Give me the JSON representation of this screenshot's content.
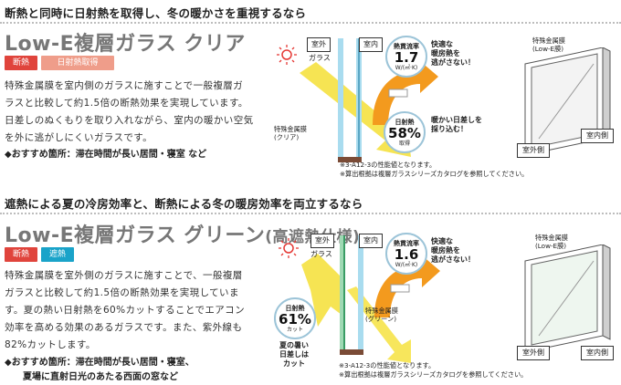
{
  "section1": {
    "heading": "断熱と同時に日射熱を取得し、冬の暖かさを重視するなら",
    "title_main": "Low-E複層ガラス クリア",
    "title_sub": "",
    "tags": [
      "断熱",
      "日射熱取得"
    ],
    "description_lines": [
      "特殊金属膜を室内側のガラスに施すことで一般複層ガ",
      "ラスと比較して約1.5倍の断熱効果を実現しています。",
      "日差しのぬくもりを取り入れながら、室内の暖かい空気",
      "を外に逃がしにくいガラスです。"
    ],
    "recommend_lines": [
      "◆おすすめ箇所：滞在時間が長い居間・寝室 など"
    ],
    "diagram": {
      "outside": "室外",
      "inside": "室内",
      "glass": "ガラス",
      "film_label": [
        "特殊金属膜",
        "(クリア)"
      ],
      "transmittance_label": "熱貫流率",
      "transmittance_value": "1.7",
      "transmittance_unit": "W/(㎡·K)",
      "transmittance_note": "※",
      "warm_note": [
        "快適な",
        "暖房熱を",
        "逃がさない！"
      ],
      "solar_label": "日射熱",
      "solar_value": "58%",
      "solar_suffix": "取得",
      "sun_note": [
        "暖かい日差しを",
        "採り込む！"
      ],
      "footnotes": [
        "※3-A12-3の性能値となります。",
        "※算出根拠は複層ガラスシリーズカタログを参照してください。"
      ]
    },
    "window": {
      "film_label": [
        "特殊金属膜",
        "(Low-E膜)"
      ],
      "outside": "室外側",
      "inside": "室内側"
    }
  },
  "section2": {
    "heading": "遮熱による夏の冷房効率と、断熱による冬の暖房効率を両立するなら",
    "title_main": "Low-E複層ガラス グリーン",
    "title_sub": "(高遮熱仕様)",
    "tags": [
      "断熱",
      "遮熱"
    ],
    "description_lines": [
      "特殊金属膜を室外側のガラスに施すことで、一般複層",
      "ガラスと比較して約1.5倍の断熱効果を実現していま",
      "す。夏の熱い日射熱を60%カットすることでエアコン",
      "効率を高める効果のあるガラスです。また、紫外線も",
      "82%カットします。"
    ],
    "recommend_lines": [
      "◆おすすめ箇所：滞在時間が長い居間・寝室、",
      "夏場に直射日光のあたる西面の窓など"
    ],
    "diagram": {
      "outside": "室外",
      "inside": "室内",
      "glass": "ガラス",
      "film_label": [
        "特殊金属膜",
        "(グリーン)"
      ],
      "transmittance_label": "熱貫流率",
      "transmittance_value": "1.6",
      "transmittance_unit": "W/(㎡·K)",
      "transmittance_note": "※",
      "warm_note": [
        "快適な",
        "暖房熱を",
        "逃がさない！"
      ],
      "solar_label": "日射熱",
      "solar_value": "61%",
      "solar_suffix": "カット",
      "sun_note": [
        "夏の暑い",
        "日差しは",
        "カット"
      ],
      "footnotes": [
        "※3-A12-3の性能値となります。",
        "※算出根拠は複層ガラスシリーズカタログを参照してください。"
      ]
    },
    "window": {
      "film_label": [
        "特殊金属膜",
        "(Low-E膜)"
      ],
      "outside": "室外側",
      "inside": "室内側"
    }
  },
  "colors": {
    "tag_red": "#e0443c",
    "tag_pink": "#ef9d8a",
    "tag_blue": "#1aa3c9",
    "arrow_orange": "#f39a1e",
    "arrow_yellow": "#f6e34a",
    "glass_blue": "#a9dcef",
    "glass_green": "#9fd9b4"
  }
}
